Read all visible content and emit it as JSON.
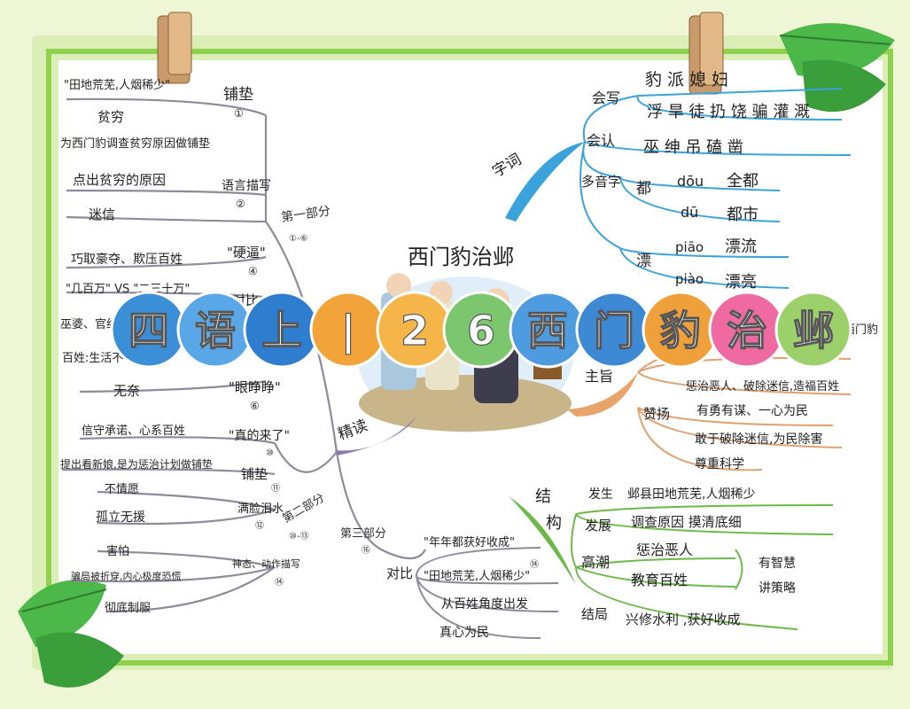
{
  "center_title": "西门豹治邺",
  "banner": {
    "chars": [
      "四",
      "语",
      "上",
      "|",
      "2",
      "6",
      "西",
      "门",
      "豹",
      "治",
      "邺"
    ],
    "colors": [
      "#3b8fd6",
      "#5aa7e8",
      "#2f7dcf",
      "#f2a33a",
      "#f6b548",
      "#7cc66e",
      "#4f9be0",
      "#3e89d4",
      "#f0a03a",
      "#ee6aa0",
      "#9bd06a"
    ]
  },
  "left_part1": {
    "label": "第一部分",
    "range": "①-⑥",
    "groups": [
      {
        "label": "铺垫",
        "num": "①",
        "items": [
          "\"田地荒芜,人烟稀少\"",
          "贫穷",
          "为西门豹调查贫穷原因做铺垫"
        ]
      },
      {
        "label": "语言描写",
        "num": "②",
        "items": [
          "点出贫穷的原因",
          "迷信"
        ]
      },
      {
        "label": "\"硬逼\"",
        "num": "④",
        "items": [
          "巧取豪夺、欺压百姓"
        ]
      },
      {
        "label": "对比",
        "num": "",
        "items": [
          "\"几百万\" VS \"二三十万\"",
          "巫婆、官绅"
        ]
      },
      {
        "label": "\"眼睁睁\"",
        "num": "⑥",
        "items": [
          "百姓:生活不下去",
          "无奈"
        ]
      }
    ]
  },
  "left_part2": {
    "label": "第二部分",
    "range": "⑩-⑬",
    "groups": [
      {
        "label": "\"真的来了\"",
        "num": "⑩",
        "items": [
          "信守承诺、心系百姓"
        ]
      },
      {
        "label": "铺垫",
        "num": "⑪",
        "items": [
          "提出看新娘,是为惩治计划做铺垫"
        ]
      },
      {
        "label": "满脸泪水",
        "num": "⑫",
        "items": [
          "不情愿",
          "孤立无援"
        ]
      },
      {
        "label": "神态、动作描写",
        "num": "⑭",
        "items": [
          "害怕",
          "骗局被折穿,内心极度恐慌",
          "彻底制服"
        ]
      }
    ]
  },
  "jingdu": "精读",
  "part3": {
    "label": "第三部分",
    "num": "⑯",
    "duibi": "对比",
    "duibi_num": "⑭",
    "items": [
      "\"年年都获好收成\"",
      "\"田地荒芜,人烟稀少\"",
      "从百姓角度出发",
      "真心为民"
    ]
  },
  "zici": {
    "label": "字词",
    "huixie": {
      "label": "会写",
      "rows": [
        "豹 派 媳 妇",
        "浮 旱 徒 扔 饶 骗 灌 溉"
      ]
    },
    "huiren": {
      "label": "会认",
      "row": "巫 绅 吊 磕 凿"
    },
    "duoyin": {
      "label": "多音字",
      "entries": [
        {
          "char": "都",
          "readings": [
            {
              "py": "dōu",
              "word": "全都"
            },
            {
              "py": "dū",
              "word": "都市"
            }
          ]
        },
        {
          "char": "漂",
          "readings": [
            {
              "py": "piāo",
              "word": "漂流"
            },
            {
              "py": "piào",
              "word": "漂亮"
            }
          ]
        }
      ]
    }
  },
  "zhuzhi": {
    "label": "主旨",
    "items": [
      "本文写了西门豹",
      "惩治恶人、破除迷信,造福百姓"
    ],
    "zanyang": {
      "label": "赞扬",
      "items": [
        "有勇有谋、一心为民",
        "敢于破除迷信,为民除害",
        "尊重科学"
      ]
    }
  },
  "jiegou": {
    "label": "结构",
    "rows": [
      {
        "label": "发生",
        "text": "邺县田地荒芜,人烟稀少"
      },
      {
        "label": "发展",
        "text": "调查原因  摸清底细"
      },
      {
        "label": "高潮",
        "text": "惩治恶人"
      },
      {
        "label": "",
        "text": "教育百姓"
      },
      {
        "label": "结局",
        "text": "兴修水利 ,获好收成"
      }
    ],
    "side_note": [
      "有智慧",
      "讲策略"
    ]
  }
}
